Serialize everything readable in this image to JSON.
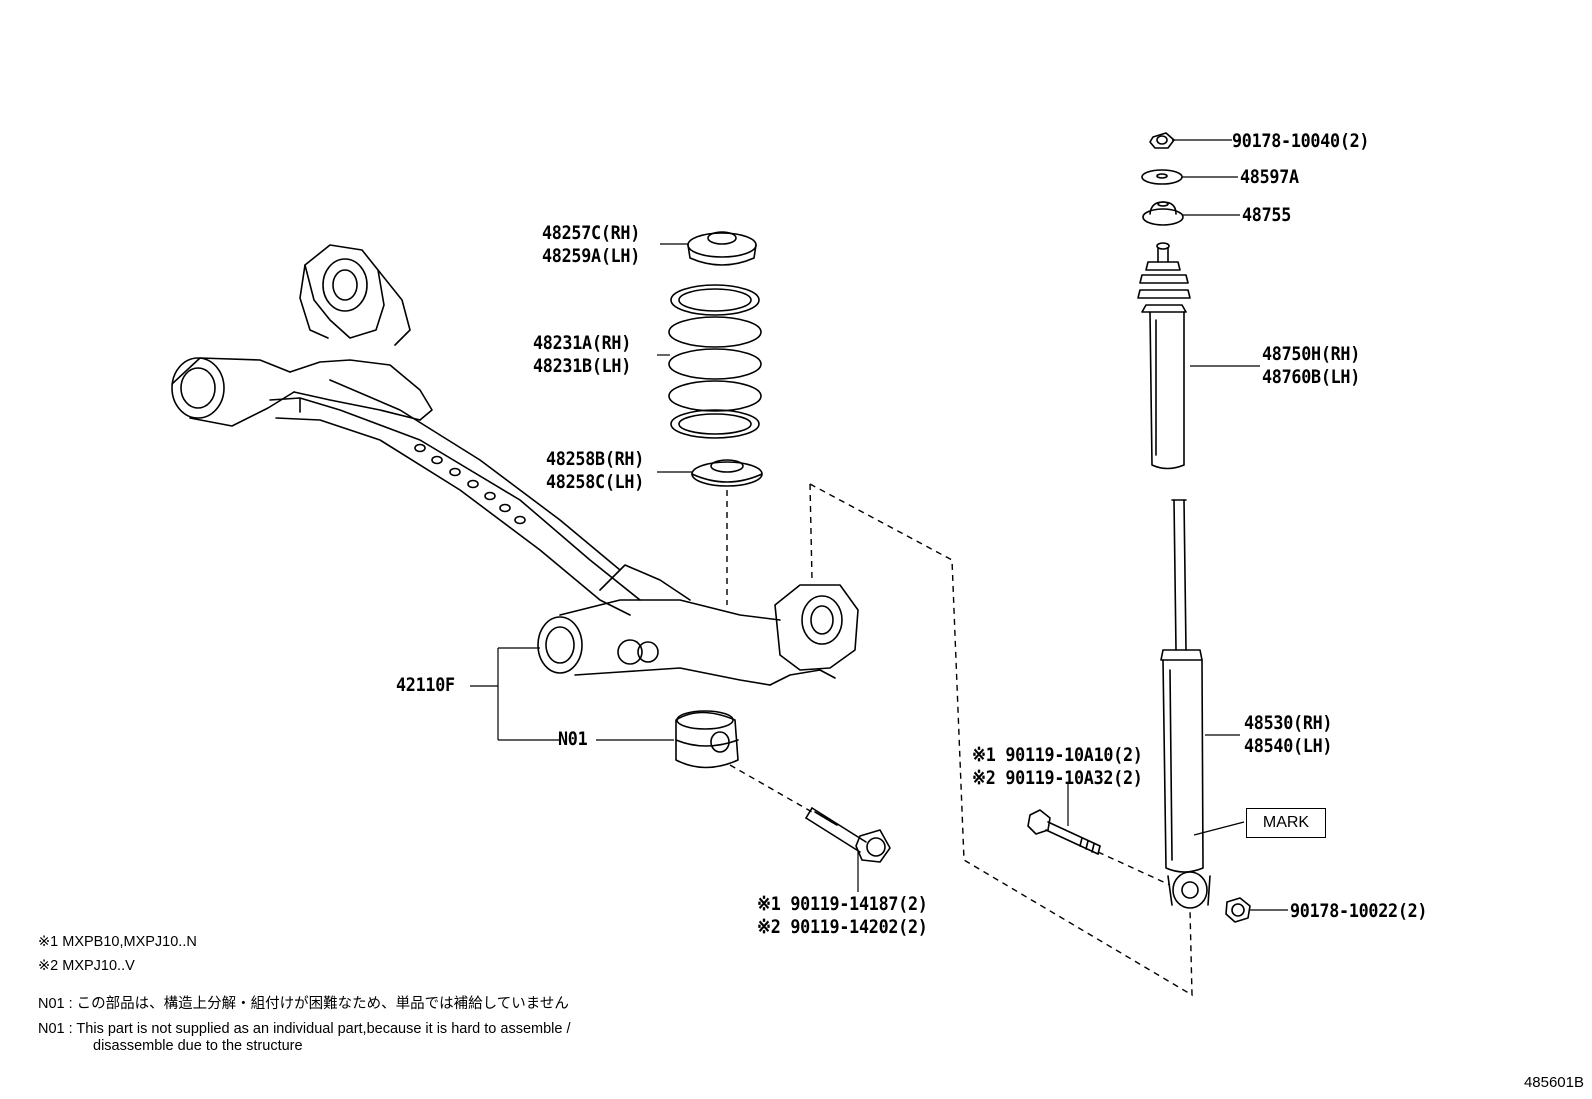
{
  "labels": {
    "nut_top": "90178-10040(2)",
    "washer": "48597A",
    "cushion": "48755",
    "bumper_rh": "48750H(RH)",
    "bumper_lh": "48760B(LH)",
    "upper_seat_rh": "48257C(RH)",
    "upper_seat_lh": "48259A(LH)",
    "spring_rh": "48231A(RH)",
    "spring_lh": "48231B(LH)",
    "lower_seat_rh": "48258B(RH)",
    "lower_seat_lh": "48258C(LH)",
    "beam": "42110F",
    "bushing": "N01",
    "absorber_rh": "48530(RH)",
    "absorber_lh": "48540(LH)",
    "mark": "MARK",
    "bolt_shock_1": "※1 90119-10A10(2)",
    "bolt_shock_2": "※2 90119-10A32(2)",
    "bolt_beam_1": "※1 90119-14187(2)",
    "bolt_beam_2": "※2 90119-14202(2)",
    "nut_bottom": "90178-10022(2)"
  },
  "notes": {
    "model_1": "※1 MXPB10,MXPJ10..N",
    "model_2": "※2 MXPJ10..V",
    "n01_ja": "N01 : この部品は、構造上分解・組付けが困難なため、単品では補給していません",
    "n01_en_1": "N01 : This part is not supplied as an individual part,because it is hard to assemble /",
    "n01_en_2": "disassemble due to the structure"
  },
  "diagram_code": "485601B"
}
